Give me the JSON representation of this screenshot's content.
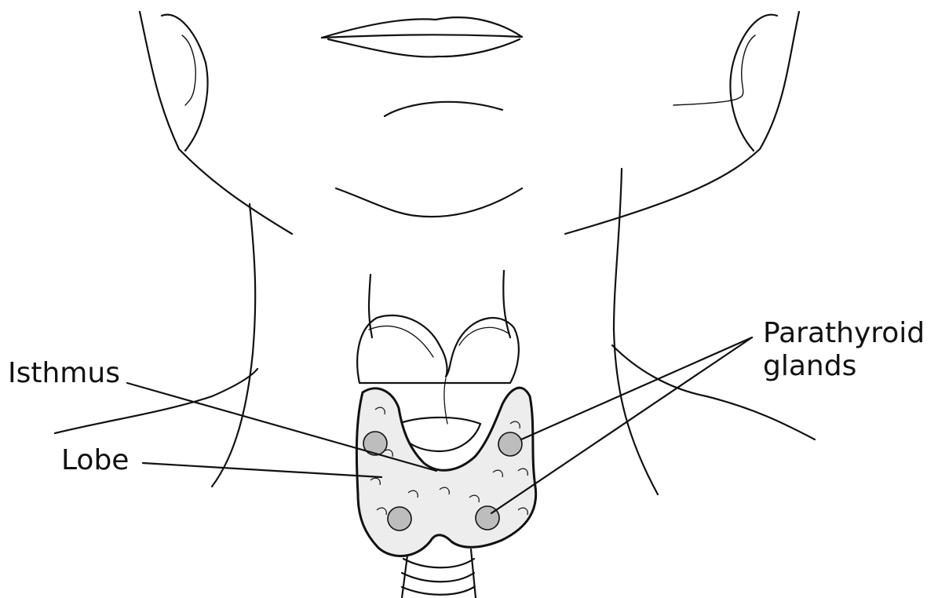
{
  "labels": {
    "isthmus": "Isthmus",
    "lobe": "Lobe",
    "parathyroid_line1": "Parathyroid",
    "parathyroid_line2": "glands"
  },
  "colors": {
    "outline": "#111111",
    "gland_fill": "#ededed",
    "parathyroid_fill": "#bdbdbd",
    "background": "#ffffff"
  }
}
